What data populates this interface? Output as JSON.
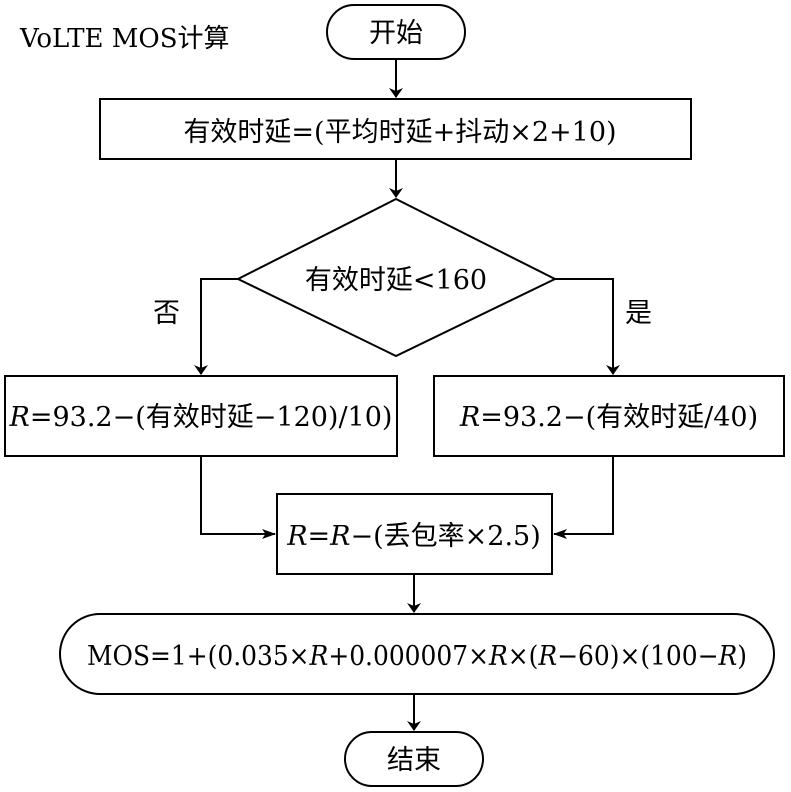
{
  "caption": "VoLTE MOS计算",
  "nodes": {
    "start": "开始",
    "effective_delay": "有效时延=(平均时延+抖动×2+10)",
    "decision": "有效时延<160",
    "branch_no": "否",
    "branch_yes": "是",
    "r_no": {
      "var": "R",
      "rest": "=93.2−(有效时延−120)/10)"
    },
    "r_yes": {
      "var": "R",
      "rest": "=93.2−(有效时延/40)"
    },
    "r_loss": {
      "var1": "R",
      "eq": "=",
      "var2": "R",
      "rest": "−(丢包率×2.5)"
    },
    "mos": {
      "p1": "MOS=1+(0.035×",
      "v1": "R",
      "p2": "+0.000007×",
      "v2": "R",
      "p3": "×(",
      "v3": "R",
      "p4": "−60)×(100−",
      "v4": "R",
      "p5": ")"
    },
    "end": "结束"
  }
}
